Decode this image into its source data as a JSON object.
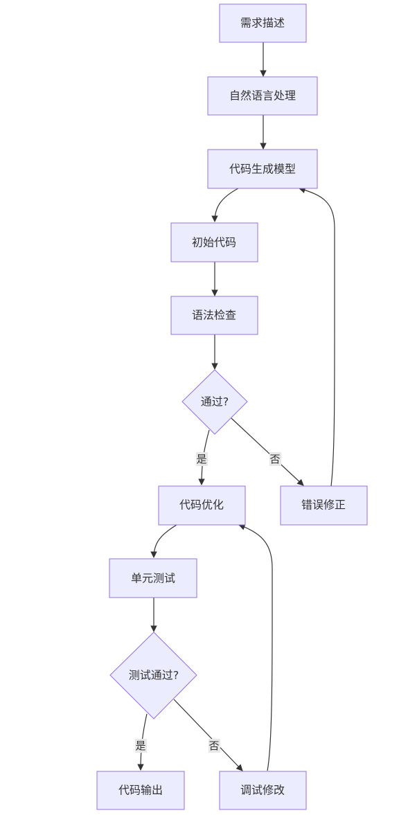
{
  "diagram": {
    "type": "flowchart",
    "colors": {
      "node_fill": "#ECECFF",
      "node_stroke": "#9370DB",
      "edge": "#333333",
      "label_bg": "#e8e8e8"
    },
    "nodes": {
      "requirement": "需求描述",
      "nlp": "自然语言处理",
      "codegen_model": "代码生成模型",
      "initial_code": "初始代码",
      "syntax_check": "语法检查",
      "passed": "通过?",
      "code_optimize": "代码优化",
      "error_fix": "错误修正",
      "unit_test": "单元测试",
      "test_passed": "测试通过?",
      "code_output": "代码输出",
      "debug_modify": "调试修改"
    },
    "edge_labels": {
      "passed_yes": "是",
      "passed_no": "否",
      "test_yes": "是",
      "test_no": "否"
    }
  }
}
